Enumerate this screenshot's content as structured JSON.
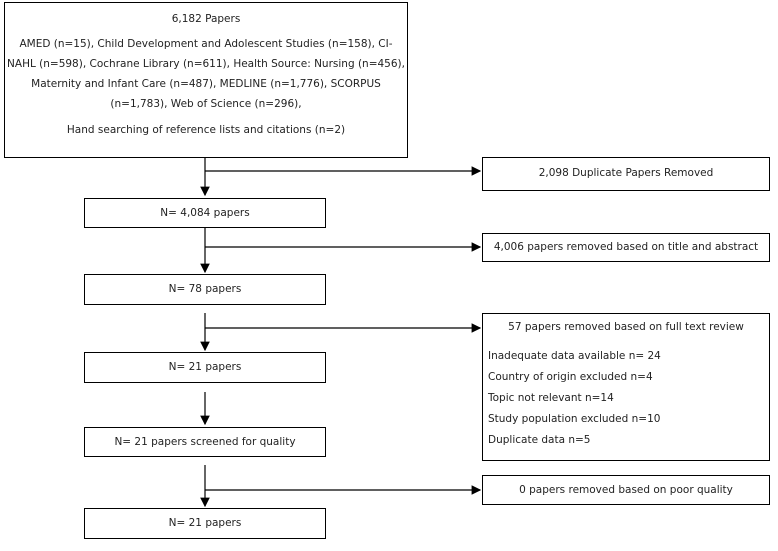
{
  "flow": {
    "sources": {
      "title": "6,182 Papers",
      "line1": "AMED (n=15), Child Development and Adolescent Studies (n=158), CI-",
      "line2": "NAHL (n=598), Cochrane Library (n=611), Health Source: Nursing (n=456),",
      "line3": "Maternity and Infant Care (n=487), MEDLINE (n=1,776), SCORPUS",
      "line4": "(n=1,783), Web of Science (n=296),",
      "hand": "Hand searching of reference lists and citations (n=2)"
    },
    "duplicates_removed": "2,098 Duplicate Papers Removed",
    "step1": "N= 4,084  papers",
    "title_abstract_removed": "4,006 papers removed based on title and abstract",
    "step2": "N= 78 papers",
    "fulltext": {
      "title": "57 papers removed based on full text review",
      "reasons": [
        "Inadequate data available n= 24",
        "Country of origin excluded n=4",
        "Topic not relevant n=14",
        "Study population excluded n=10",
        "Duplicate data n=5"
      ]
    },
    "step3": "N= 21 papers",
    "step4": "N= 21 papers screened for quality",
    "quality_removed": "0 papers removed based on poor quality",
    "step5": "N= 21 papers"
  }
}
